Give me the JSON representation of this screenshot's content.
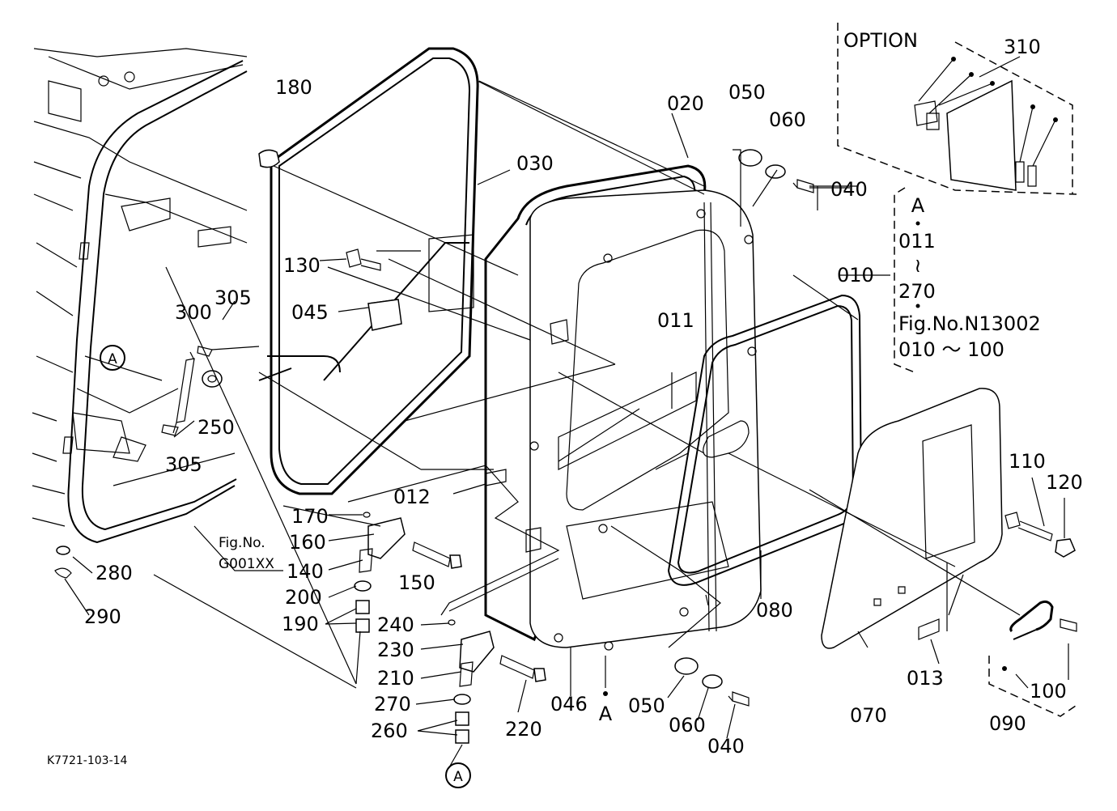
{
  "labels": {
    "option": "OPTION",
    "p310": "310",
    "p180": "180",
    "p030": "030",
    "p020": "020",
    "p050a": "050",
    "p060a": "060",
    "p040a": "040",
    "p130": "130",
    "p045": "045",
    "p305a": "305",
    "p300": "300",
    "p305b": "305",
    "p250": "250",
    "p011": "011",
    "p010": "010",
    "p012": "012",
    "p170": "170",
    "p160": "160",
    "p140": "140",
    "p150": "150",
    "p200": "200",
    "p190": "190",
    "p240": "240",
    "p230": "230",
    "p210": "210",
    "p270": "270",
    "p260": "260",
    "p220": "220",
    "p046": "046",
    "p050b": "050",
    "p060b": "060",
    "p040b": "040",
    "p080": "080",
    "p070": "070",
    "p013": "013",
    "p090": "090",
    "p100": "100",
    "p110": "110",
    "p120": "120",
    "p280": "280",
    "p290": "290",
    "fig_no": "Fig.No.",
    "fig_code": "G001XX",
    "ref_a_top": "A",
    "ref_011": "011",
    "ref_tilde": "≀",
    "ref_270": "270",
    "ref_fig": "Fig.No.N13002",
    "ref_range": "010 ～ 100",
    "circle_a1": "A",
    "circle_a2": "A",
    "mark_a": "A",
    "drawing_no": "K7721-103-14"
  }
}
